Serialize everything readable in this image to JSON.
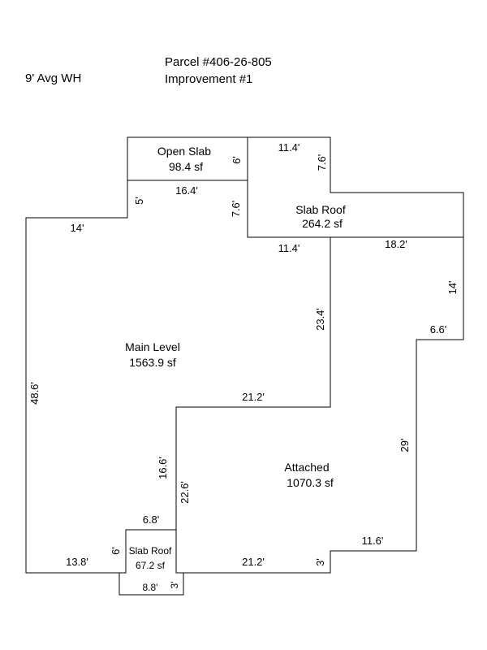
{
  "header": {
    "wall_height": "9' Avg WH",
    "parcel": "Parcel #406-26-805",
    "improvement": "Improvement #1"
  },
  "areas": {
    "open_slab": {
      "name": "Open Slab",
      "size": "98.4 sf"
    },
    "slab_roof_top": {
      "name": "Slab Roof",
      "size": "264.2 sf"
    },
    "main_level": {
      "name": "Main Level",
      "size": "1563.9 sf"
    },
    "attached": {
      "name": "Attached",
      "size": "1070.3 sf"
    },
    "slab_roof_bottom": {
      "name": "Slab Roof",
      "size": "67.2 sf"
    }
  },
  "dimensions": {
    "open_slab_right": "6'",
    "open_slab_bottom": "16.4'",
    "main_step": "5'",
    "main_top_left": "14'",
    "main_left": "48.6'",
    "main_bottom_left": "13.8'",
    "slab_top_top": "11.4'",
    "slab_top_right_upper": "7.6'",
    "slab_top_left": "7.6'",
    "slab_top_bottom": "11.4'",
    "slab_top_bottom_right": "18.2'",
    "main_right": "23.4'",
    "main_inner_bottom": "21.2'",
    "att_left_upper": "16.6'",
    "att_left_lower": "22.6'",
    "att_right_upper": "14'",
    "att_step_top": "6.6'",
    "att_right_long": "29'",
    "att_step_bottom": "11.6'",
    "att_small_right": "3'",
    "att_bottom": "21.2'",
    "sr_top": "6.8'",
    "sr_left": "6'",
    "sr_bottom": "8.8'",
    "sr_right": "3'"
  }
}
